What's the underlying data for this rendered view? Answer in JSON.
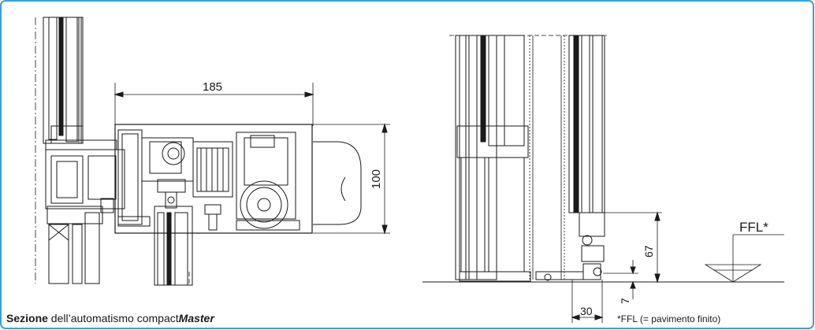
{
  "colors": {
    "frame_border": "#3aa0d8",
    "line": "#1a1a1a",
    "background": "#ffffff"
  },
  "left_section": {
    "dim_width": "185",
    "dim_height": "100"
  },
  "right_section": {
    "dim_height": "67",
    "dim_small": "7",
    "dim_width": "30",
    "ffl_label": "FFL*"
  },
  "caption": {
    "bold": "Sezione",
    "normal": " dell’automatismo compact",
    "italic": "Master"
  },
  "ffl_note": "*FFL (= pavimento finito)"
}
